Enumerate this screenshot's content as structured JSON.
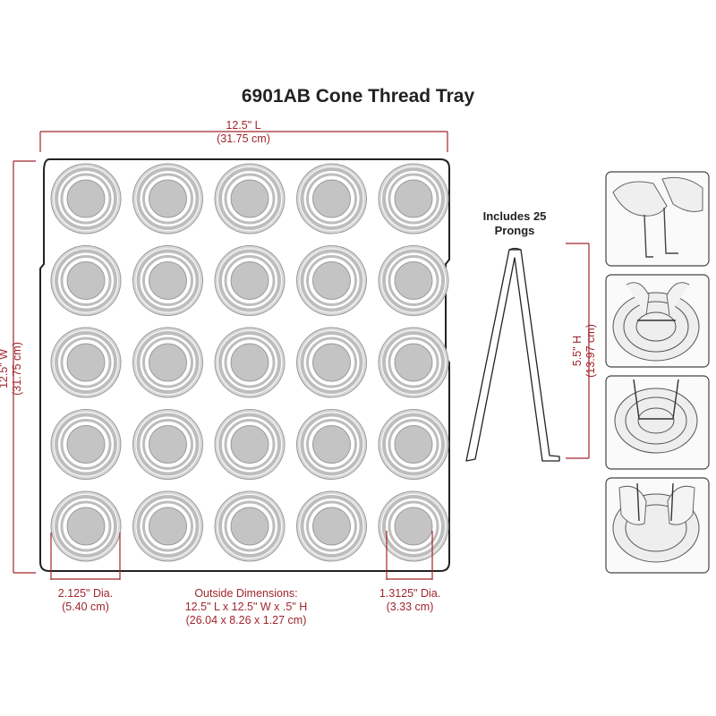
{
  "title": "6901AB Cone Thread Tray",
  "dimensions": {
    "length": "12.5\" L",
    "length_cm": "(31.75 cm)",
    "width": "12.5\" W",
    "width_cm": "(31.75 cm)",
    "height": "5.5\" H",
    "height_cm": "(13.97 cm)",
    "outer_dia": "2.125\" Dia.",
    "outer_dia_cm": "(5.40 cm)",
    "inner_dia": "1.3125\" Dia.",
    "inner_dia_cm": "(3.33 cm)",
    "outside_title": "Outside Dimensions:",
    "outside_in": "12.5\" L x 12.5\" W x .5\" H",
    "outside_cm": "(26.04 x 8.26 x 1.27 cm)"
  },
  "prongs_label_line1": "Includes 25",
  "prongs_label_line2": "Prongs",
  "grid": {
    "rows": 5,
    "cols": 5
  },
  "colors": {
    "accent": "#a0262c",
    "outline": "#222222",
    "ring": "#bdbdbd",
    "center": "#c4c4c4"
  },
  "photos": [
    {
      "icon": "hand-holding-prong-icon"
    },
    {
      "icon": "prong-inserted-top-icon"
    },
    {
      "icon": "prong-in-cup-icon"
    },
    {
      "icon": "hand-pressing-prong-icon"
    }
  ]
}
